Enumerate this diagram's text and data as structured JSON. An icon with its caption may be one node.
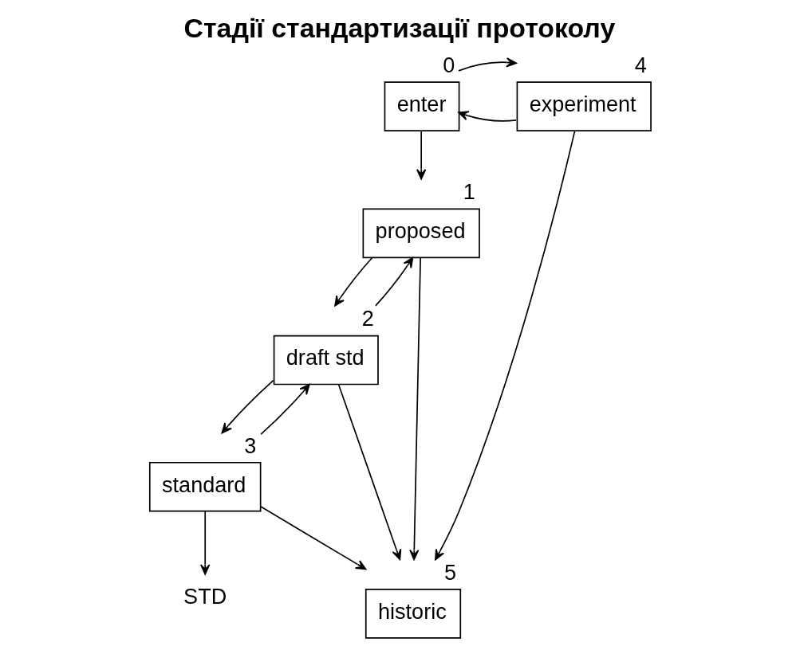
{
  "diagram": {
    "title": "Стадії стандартизації протоколу",
    "nodes": [
      {
        "text": [
          "enter"
        ],
        "beside": [
          "0"
        ]
      },
      {
        "text": [
          "proposed"
        ],
        "beside": [
          "1"
        ]
      },
      {
        "text": [
          "draft std"
        ],
        "beside": [
          "2"
        ]
      },
      {
        "text": [
          "standard"
        ],
        "beside": [
          "3"
        ]
      },
      {
        "text": [
          "experiment"
        ],
        "beside": [
          "4"
        ]
      },
      {
        "text": [
          "historic"
        ],
        "beside": [
          "5"
        ]
      },
      {
        "text": [
          "STD"
        ]
      }
    ],
    "edges": [
      {
        "from": 4,
        "to": 0,
        "arrow": "to"
      },
      {
        "from": 0,
        "to": 4,
        "arrow": "to"
      },
      {
        "from": 0,
        "to": 1,
        "arrow": "to"
      },
      {
        "from": 1,
        "to": 2,
        "arrow": "to"
      },
      {
        "from": 2,
        "to": 1,
        "arrow": "to"
      },
      {
        "from": 2,
        "to": 3,
        "arrow": "to"
      },
      {
        "from": 3,
        "to": 2,
        "arrow": "to"
      },
      {
        "from": 3,
        "to": 6,
        "arrow": "to"
      },
      {
        "from": 4,
        "to": 5,
        "arrow": "to"
      },
      {
        "from": 1,
        "to": 5,
        "arrow": "to"
      },
      {
        "from": 2,
        "to": 5,
        "arrow": "to"
      },
      {
        "from": 3,
        "to": 5,
        "arrow": "to"
      }
    ]
  }
}
